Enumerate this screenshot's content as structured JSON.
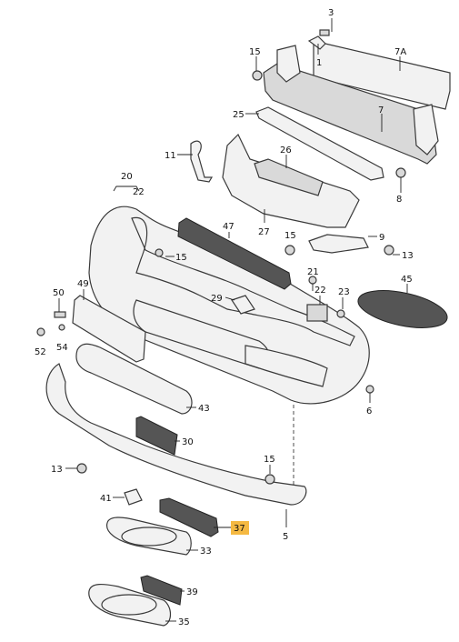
{
  "diagram": {
    "highlight_color": "#f5b942",
    "labels": {
      "l3": "3",
      "l1": "1",
      "l7A": "7A",
      "l15a": "15",
      "l7": "7",
      "l25": "25",
      "l11": "11",
      "l26": "26",
      "l8": "8",
      "l20": "20",
      "l22a": "22",
      "l47": "47",
      "l9": "9",
      "l27": "27",
      "l15b": "15",
      "l13a": "13",
      "l15c": "15",
      "l49": "49",
      "l45": "45",
      "l50": "50",
      "l29": "29",
      "l22b": "22",
      "l23": "23",
      "l21": "21",
      "l52": "52",
      "l54": "54",
      "l43": "43",
      "l6": "6",
      "l30": "30",
      "l15d": "15",
      "l13b": "13",
      "l41": "41",
      "l37": "37",
      "l5": "5",
      "l33": "33",
      "l39": "39",
      "l35": "35"
    }
  }
}
